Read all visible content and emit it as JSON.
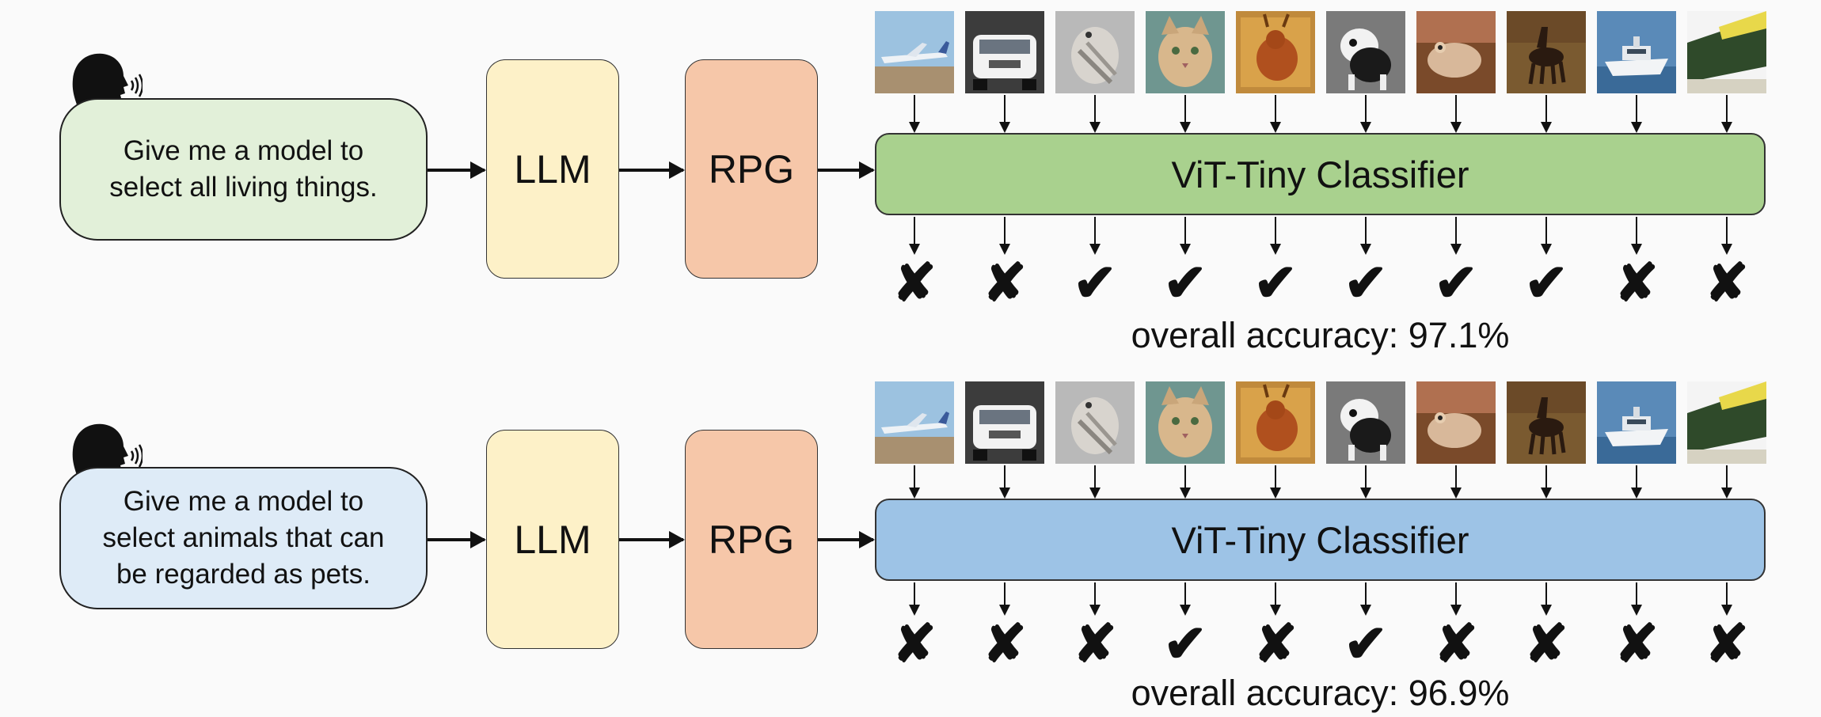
{
  "rows": [
    {
      "prompt_lines": [
        "Give me a model to",
        "select all living things."
      ],
      "llm_label": "LLM",
      "rpg_label": "RPG",
      "classifier_label": "ViT-Tiny Classifier",
      "classifier_color": "#a9d18e",
      "bubble_color": "#e2f0d9",
      "marks": [
        "✘",
        "✘",
        "✔",
        "✔",
        "✔",
        "✔",
        "✔",
        "✔",
        "✘",
        "✘"
      ],
      "accuracy_text": "overall accuracy: 97.1%"
    },
    {
      "prompt_lines": [
        "Give me a model to",
        "select animals that can",
        "be regarded as pets."
      ],
      "llm_label": "LLM",
      "rpg_label": "RPG",
      "classifier_label": "ViT-Tiny Classifier",
      "classifier_color": "#9dc3e6",
      "bubble_color": "#deebf7",
      "marks": [
        "✘",
        "✘",
        "✘",
        "✔",
        "✘",
        "✔",
        "✘",
        "✘",
        "✘",
        "✘"
      ],
      "accuracy_text": "overall accuracy: 96.9%"
    }
  ],
  "images": [
    "airplane",
    "automobile",
    "bird",
    "cat",
    "deer",
    "dog",
    "frog",
    "horse",
    "ship",
    "truck"
  ]
}
